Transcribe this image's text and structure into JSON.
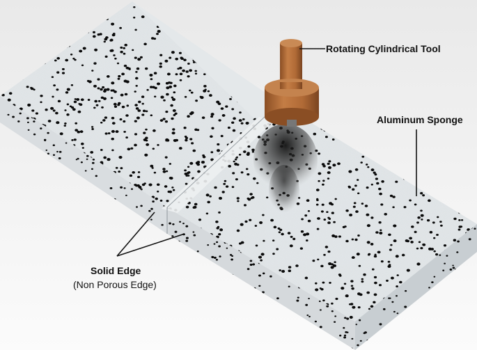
{
  "labels": {
    "tool": "Rotating Cylindrical Tool",
    "sponge": "Aluminum Sponge",
    "edge_title": "Solid Edge",
    "edge_sub": "(Non Porous Edge)"
  },
  "colors": {
    "background": "#f7f7f7",
    "plate_top": "#e4e8ea",
    "plate_front": "#d9dde0",
    "plate_side": "#cfd4d7",
    "pore": "#0a0a0a",
    "tool_wood": "#b8723e",
    "tool_wood_dark": "#8a4e24",
    "leader": "#111111"
  }
}
